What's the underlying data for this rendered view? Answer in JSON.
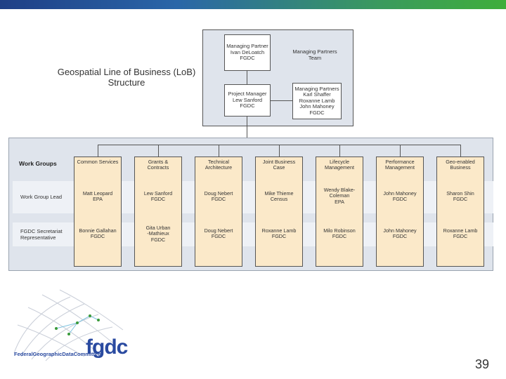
{
  "title": {
    "lines": [
      "Geospatial Line of Business (LoB)",
      "Structure"
    ]
  },
  "management": {
    "managing_partner": [
      "Managing Partner",
      "Ivan DeLoatch",
      "FGDC"
    ],
    "team_label": [
      "Managing Partners",
      "Team"
    ],
    "project_manager": [
      "Project Manager",
      "Lew Sanford",
      "FGDC"
    ],
    "partners": [
      "Managing Partners",
      "Karl Shaffer",
      "Roxanne Lamb",
      "John Mahoney",
      "FGDC"
    ]
  },
  "row_labels": {
    "work_groups": "Work Groups",
    "lead": "Work Group Lead",
    "secretariat": [
      "FGDC Secretariat",
      "Representative"
    ]
  },
  "work_groups": [
    {
      "name": [
        "Common Services"
      ],
      "lead": [
        "Matt Leopard",
        "EPA"
      ],
      "secretariat": [
        "Bonnie Gallahan",
        "FGDC"
      ]
    },
    {
      "name": [
        "Grants &",
        "Contracts"
      ],
      "lead": [
        "Lew Sanford",
        "FGDC"
      ],
      "secretariat": [
        "Gita Urban",
        "-Mathieux",
        "FGDC"
      ]
    },
    {
      "name": [
        "Technical",
        "Architecture"
      ],
      "lead": [
        "Doug Nebert",
        "FGDC"
      ],
      "secretariat": [
        "Doug Nebert",
        "FGDC"
      ]
    },
    {
      "name": [
        "Joint Business",
        "Case"
      ],
      "lead": [
        "Mike Thieme",
        "Census"
      ],
      "secretariat": [
        "Roxanne Lamb",
        "FGDC"
      ]
    },
    {
      "name": [
        "Lifecycle",
        "Management"
      ],
      "lead": [
        "Wendy Blake-",
        "Coleman",
        "EPA"
      ],
      "secretariat": [
        "Milo Robinson",
        "FGDC"
      ]
    },
    {
      "name": [
        "Performance",
        "Management"
      ],
      "lead": [
        "John Mahoney",
        "FGDC"
      ],
      "secretariat": [
        "John Mahoney",
        "FGDC"
      ]
    },
    {
      "name": [
        "Geo-enabled",
        "Business"
      ],
      "lead": [
        "Sharon Shin",
        "FGDC"
      ],
      "secretariat": [
        "Roxanne Lamb",
        "FGDC"
      ]
    }
  ],
  "logo": {
    "mark": "fgdc",
    "tagline": "FederalGeographicDataCommittee"
  },
  "page_number": "39",
  "colors": {
    "column_fill": "#fbe9c9",
    "panel_fill": "#dfe4ec",
    "logo_blue": "#2a4aa0"
  }
}
